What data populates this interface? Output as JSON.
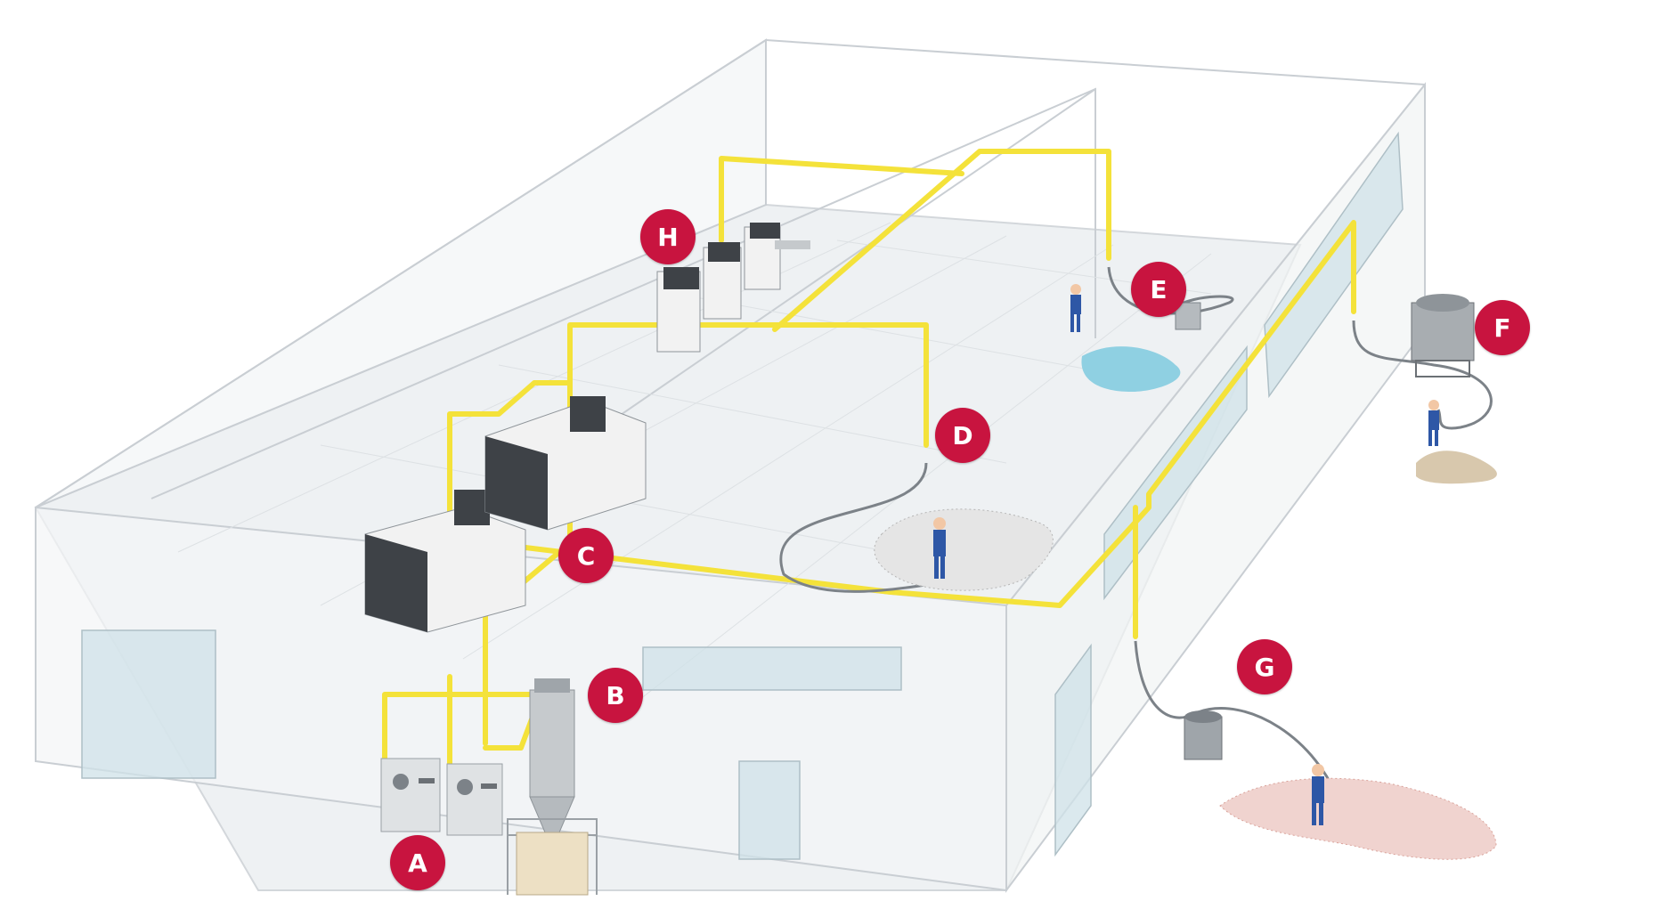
{
  "colors": {
    "callout": "#c8143f",
    "pipe": "#f4e23a",
    "hose": "#7c8288",
    "building_line": "#c9ced3",
    "floor": "#eef1f3",
    "glass": "#cfe2e8",
    "liquid": "#8fd0e2",
    "machine_dark": "#3e4247",
    "machine_light": "#f2f2f2"
  },
  "callouts": [
    {
      "id": "a",
      "label": "A"
    },
    {
      "id": "b",
      "label": "B"
    },
    {
      "id": "c",
      "label": "C"
    },
    {
      "id": "d",
      "label": "D"
    },
    {
      "id": "e",
      "label": "E"
    },
    {
      "id": "f",
      "label": "F"
    },
    {
      "id": "g",
      "label": "G"
    },
    {
      "id": "h",
      "label": "H"
    }
  ],
  "components": {
    "vacuum_units": [
      "central-vacuum-unit-1",
      "central-vacuum-unit-2"
    ],
    "separator": "cyclone-separator",
    "collector": "big-bag-collector",
    "cnc_machines": [
      "cnc-machine-1",
      "cnc-machine-2"
    ],
    "packing_machines": [
      "packing-machine-1",
      "packing-machine-2",
      "packing-machine-3"
    ],
    "workers": [
      "worker-floor-debris",
      "worker-liquid-spill",
      "worker-sand-pile",
      "worker-red-debris"
    ],
    "mobile_units": [
      "liquid-vacuum-cart",
      "industrial-mobile-vacuum",
      "drum-vacuum"
    ]
  }
}
